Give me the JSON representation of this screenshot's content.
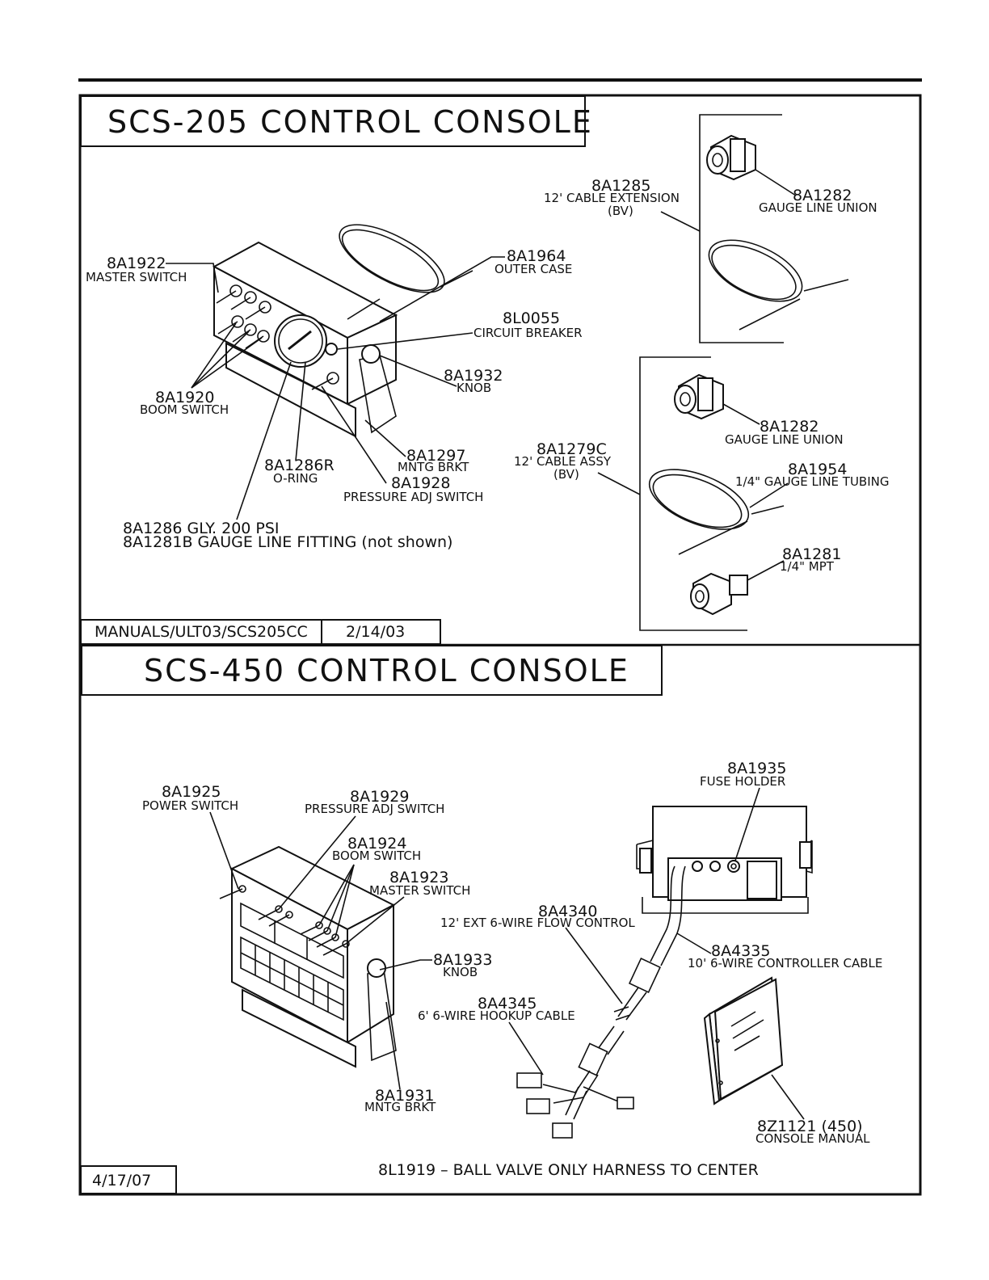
{
  "sections": [
    {
      "title": "SCS-205 CONTROL CONSOLE",
      "file_ref": "MANUALS/ULT03/SCS205CC",
      "date": "2/14/03",
      "callouts": [
        {
          "pn": "8A1922",
          "desc": "MASTER SWITCH"
        },
        {
          "pn": "8A1920",
          "desc": "BOOM SWITCH"
        },
        {
          "pn": "8A1964",
          "desc": "OUTER CASE"
        },
        {
          "pn": "8L0055",
          "desc": "CIRCUIT BREAKER"
        },
        {
          "pn": "8A1932",
          "desc": "KNOB"
        },
        {
          "pn": "8A1297",
          "desc": "MNTG BRKT"
        },
        {
          "pn": "8A1286R",
          "desc": "O-RING"
        },
        {
          "pn": "8A1928",
          "desc": "PRESSURE ADJ SWITCH"
        }
      ],
      "notes": [
        "8A1286 GLY. 200 PSI",
        "8A1281B GAUGE LINE FITTING (not shown)"
      ],
      "kit_extension": {
        "pn": "8A1285",
        "desc": "12' CABLE EXTENSION",
        "sub": "(BV)",
        "items": [
          {
            "pn": "8A1282",
            "desc": "GAUGE LINE UNION"
          }
        ]
      },
      "kit_assy": {
        "pn": "8A1279C",
        "desc": "12' CABLE ASSY",
        "sub": "(BV)",
        "items": [
          {
            "pn": "8A1282",
            "desc": "GAUGE LINE UNION"
          },
          {
            "pn": "8A1954",
            "desc": "1/4\" GAUGE LINE TUBING"
          },
          {
            "pn": "8A1281",
            "desc": "1/4\" MPT"
          }
        ]
      }
    },
    {
      "title": "SCS-450 CONTROL CONSOLE",
      "date": "4/17/07",
      "callouts": [
        {
          "pn": "8A1925",
          "desc": "POWER SWITCH"
        },
        {
          "pn": "8A1929",
          "desc": "PRESSURE ADJ SWITCH"
        },
        {
          "pn": "8A1924",
          "desc": "BOOM SWITCH"
        },
        {
          "pn": "8A1923",
          "desc": "MASTER SWITCH"
        },
        {
          "pn": "8A1933",
          "desc": "KNOB"
        },
        {
          "pn": "8A1931",
          "desc": "MNTG BRKT"
        },
        {
          "pn": "8A1935",
          "desc": "FUSE HOLDER"
        },
        {
          "pn": "8A4340",
          "desc": "12' EXT 6-WIRE FLOW CONTROL"
        },
        {
          "pn": "8A4335",
          "desc": "10' 6-WIRE CONTROLLER CABLE"
        },
        {
          "pn": "8A4345",
          "desc": "6' 6-WIRE HOOKUP CABLE"
        },
        {
          "pn": "8Z1121 (450)",
          "desc": "CONSOLE MANUAL"
        }
      ],
      "footer_note": "8L1919 – BALL VALVE ONLY HARNESS TO CENTER"
    }
  ]
}
